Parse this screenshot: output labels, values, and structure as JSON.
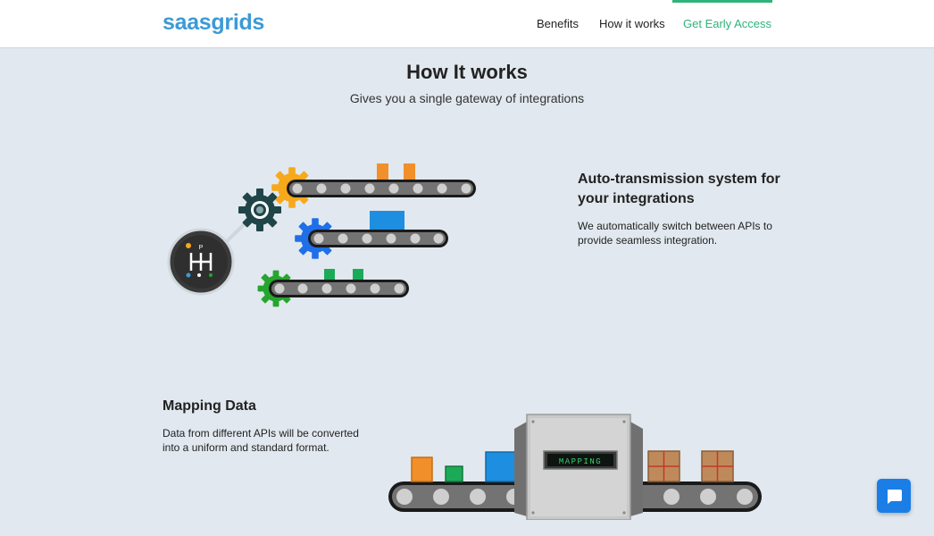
{
  "brand": {
    "name": "saasgrids"
  },
  "nav": {
    "links": [
      {
        "label": "Benefits"
      },
      {
        "label": "How it works"
      },
      {
        "label": "Get Early Access"
      }
    ]
  },
  "section": {
    "title": "How It works",
    "subtitle": "Gives you a single gateway of integrations"
  },
  "features": [
    {
      "title_line1": "Auto-transmission system for",
      "title_line2": "your integrations",
      "desc_line1": "We automatically switch between APIs  to",
      "desc_line2": "provide seamless integration."
    },
    {
      "title": "Mapping Data",
      "desc_line1": "Data from different APIs will be converted",
      "desc_line2": "into a uniform and standard format."
    }
  ],
  "illustrations": {
    "gearbox_labels": {
      "top": "P"
    },
    "mapping_display": "MAPPING"
  },
  "colors": {
    "brand": "#3c9ad6",
    "accent": "#2fb37a",
    "background": "#e1e8ef",
    "chat": "#1a7ee6",
    "gear_yellow": "#f6a91b",
    "gear_blue": "#1f6fe8",
    "gear_green": "#26a52f",
    "gear_dark": "#1f4548",
    "box_orange": "#f18f2b",
    "box_blue": "#1e8fe0",
    "box_green": "#1bab58",
    "box_brown": "#bf8a5a"
  },
  "icons": {
    "chat": "chat-bubble-icon",
    "gear": "gear-icon",
    "shifter": "gear-shifter-icon"
  }
}
